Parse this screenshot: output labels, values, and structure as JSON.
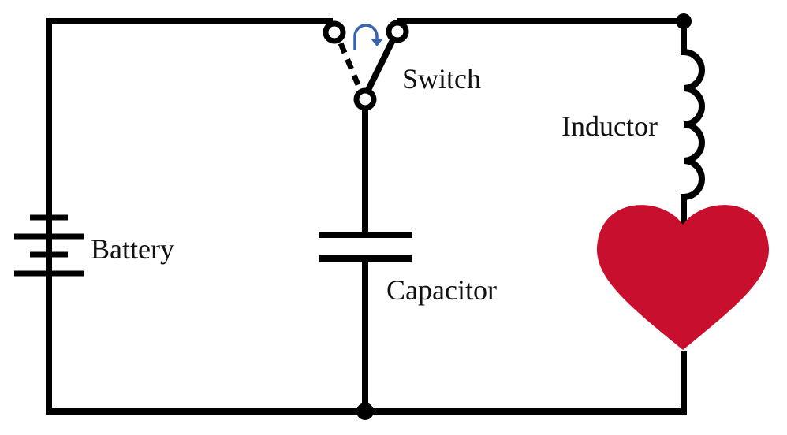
{
  "diagram": {
    "title": "",
    "labels": {
      "switch": "Switch",
      "inductor": "Inductor",
      "battery": "Battery",
      "capacitor": "Capacitor"
    },
    "components": [
      {
        "id": "battery",
        "type": "battery",
        "label": "Battery"
      },
      {
        "id": "switch",
        "type": "spdt-switch",
        "label": "Switch",
        "state": "toggling to right (inductor side)"
      },
      {
        "id": "capacitor",
        "type": "capacitor",
        "label": "Capacitor"
      },
      {
        "id": "inductor",
        "type": "inductor",
        "label": "Inductor"
      },
      {
        "id": "heart",
        "type": "load-heart",
        "label": ""
      }
    ],
    "colors": {
      "wire": "#000000",
      "heart": "#c8102e",
      "switch_arrow": "#3b64ad"
    }
  }
}
